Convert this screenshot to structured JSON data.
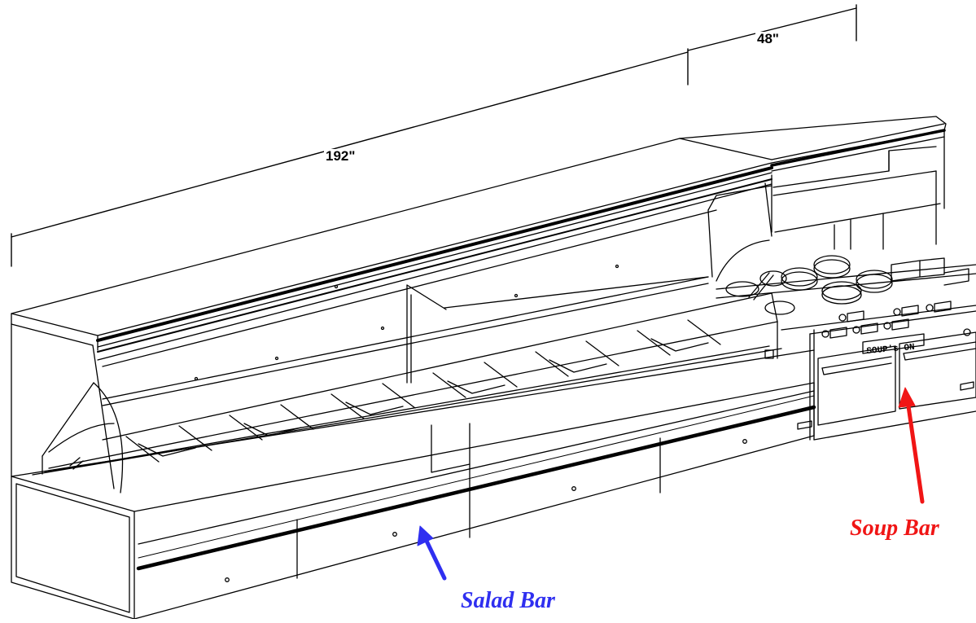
{
  "dimensions": {
    "salad_length": "192\"",
    "soup_length": "48\""
  },
  "sign": {
    "text": "SOUP's ON"
  },
  "callouts": {
    "salad": {
      "label": "Salad Bar",
      "color": "#2f2ff0"
    },
    "soup": {
      "label": "Soup Bar",
      "color": "#f01515"
    }
  },
  "colors": {
    "line": "#000000",
    "background": "#ffffff"
  }
}
